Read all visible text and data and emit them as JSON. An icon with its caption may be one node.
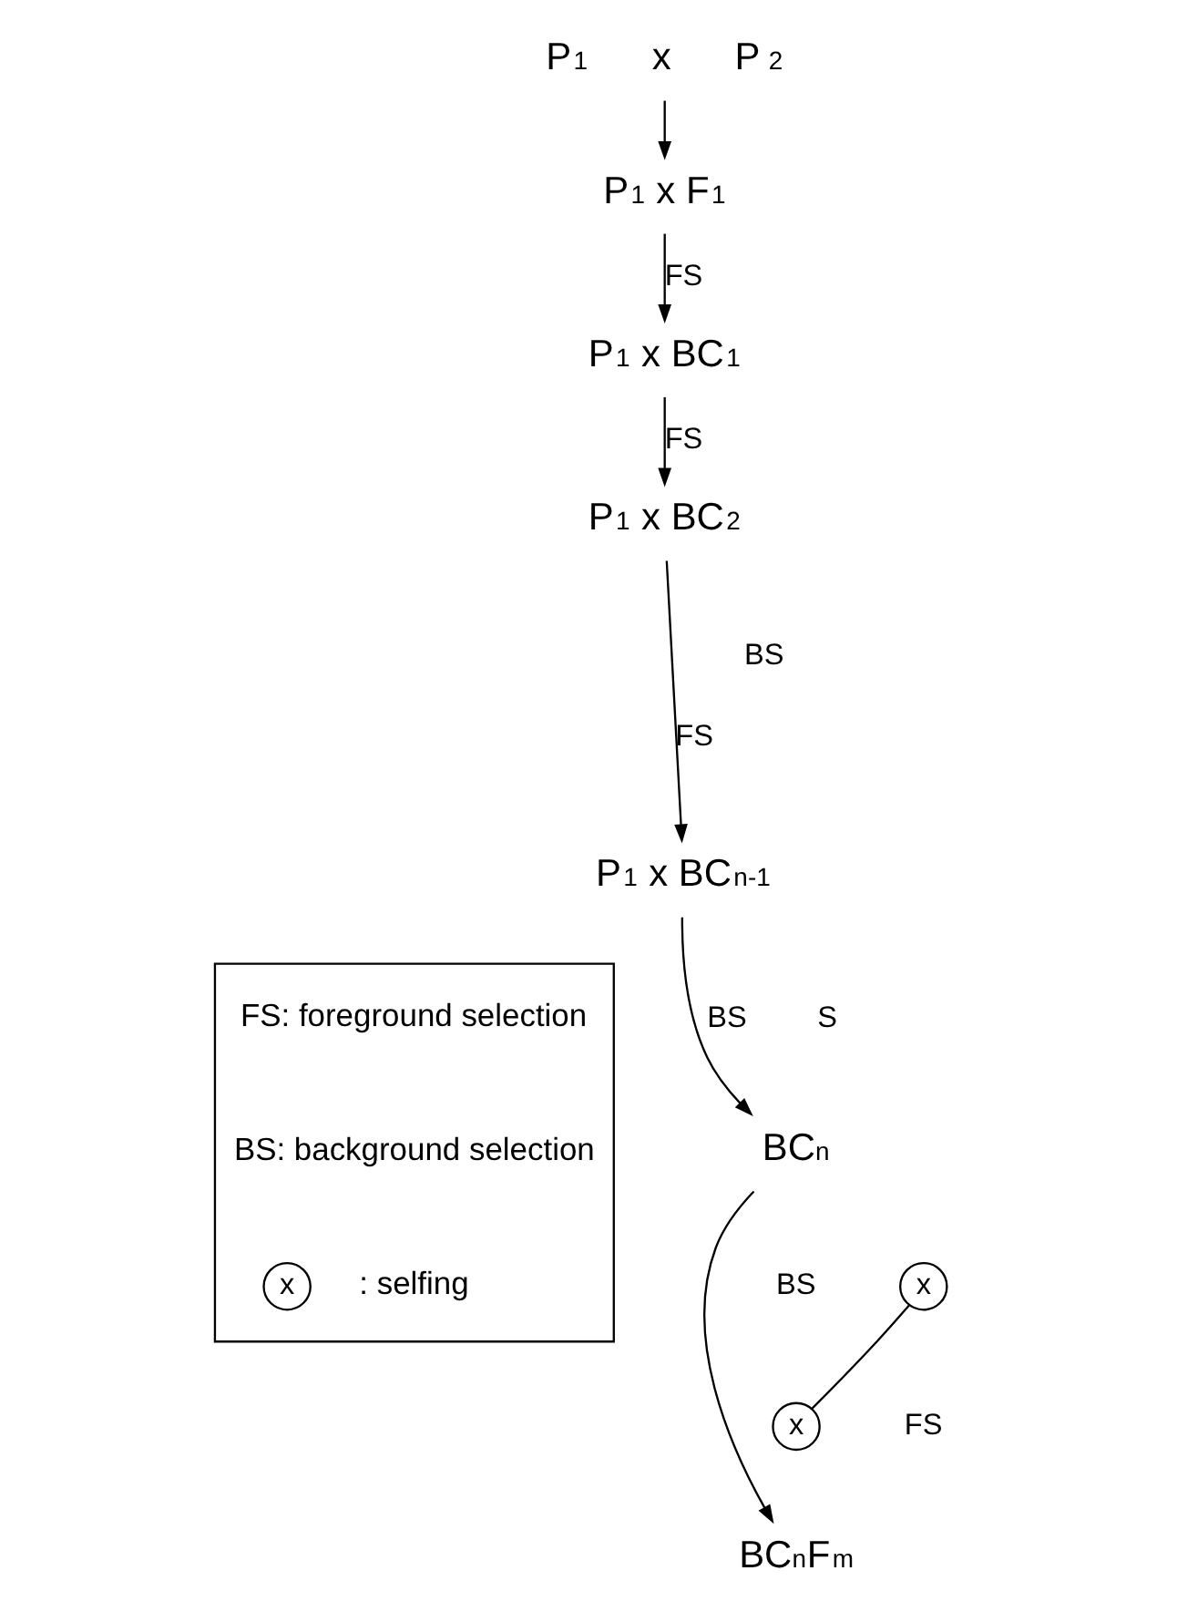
{
  "diagram": {
    "nodes": [
      {
        "text": [
          "P$_{1}$      x      P$_{2}$"
        ]
      },
      {
        "text": [
          "P$_{1}$ x F$_{1}$"
        ]
      },
      {
        "text": [
          "P$_{1}$ x BC$_{1}$"
        ]
      },
      {
        "text": [
          "P$_{1}$ x BC$_{2}$"
        ]
      },
      {
        "text": [
          "P$_{1}$ x BC$_{n-1}$"
        ]
      },
      {
        "text": [
          "BC$_{n}$"
        ]
      },
      {
        "text": [
          "x"
        ]
      },
      {
        "text": [
          "x"
        ]
      },
      {
        "text": [
          "BC$_{n}$F$_{m}$"
        ]
      },
      {
        "text": [],
        "shape": "box"
      },
      {
        "text": [
          "x"
        ],
        "in": 9
      }
    ],
    "edges": [
      {
        "from": 0,
        "to": 1,
        "arrow": "to"
      },
      {
        "from": 1,
        "to": 2,
        "arrow": "to",
        "label": "FS"
      },
      {
        "from": 2,
        "to": 3,
        "arrow": "to",
        "label": "FS"
      },
      {
        "from": 3,
        "to": 4,
        "arrow": "to",
        "label": "FS"
      },
      {
        "from": 4,
        "to": 5,
        "arrow": "to",
        "label": "BS"
      },
      {
        "from": 5,
        "to": 8,
        "arrow": "to"
      },
      {
        "from": 6,
        "to": 7,
        "arrow": "none"
      }
    ],
    "labels": [
      "BS",
      "S",
      "BS",
      "FS"
    ],
    "legend": [
      {
        "text": "FS: foreground selection"
      },
      {
        "text": "BS: background selection"
      },
      {
        "text": ": selfing"
      }
    ]
  }
}
